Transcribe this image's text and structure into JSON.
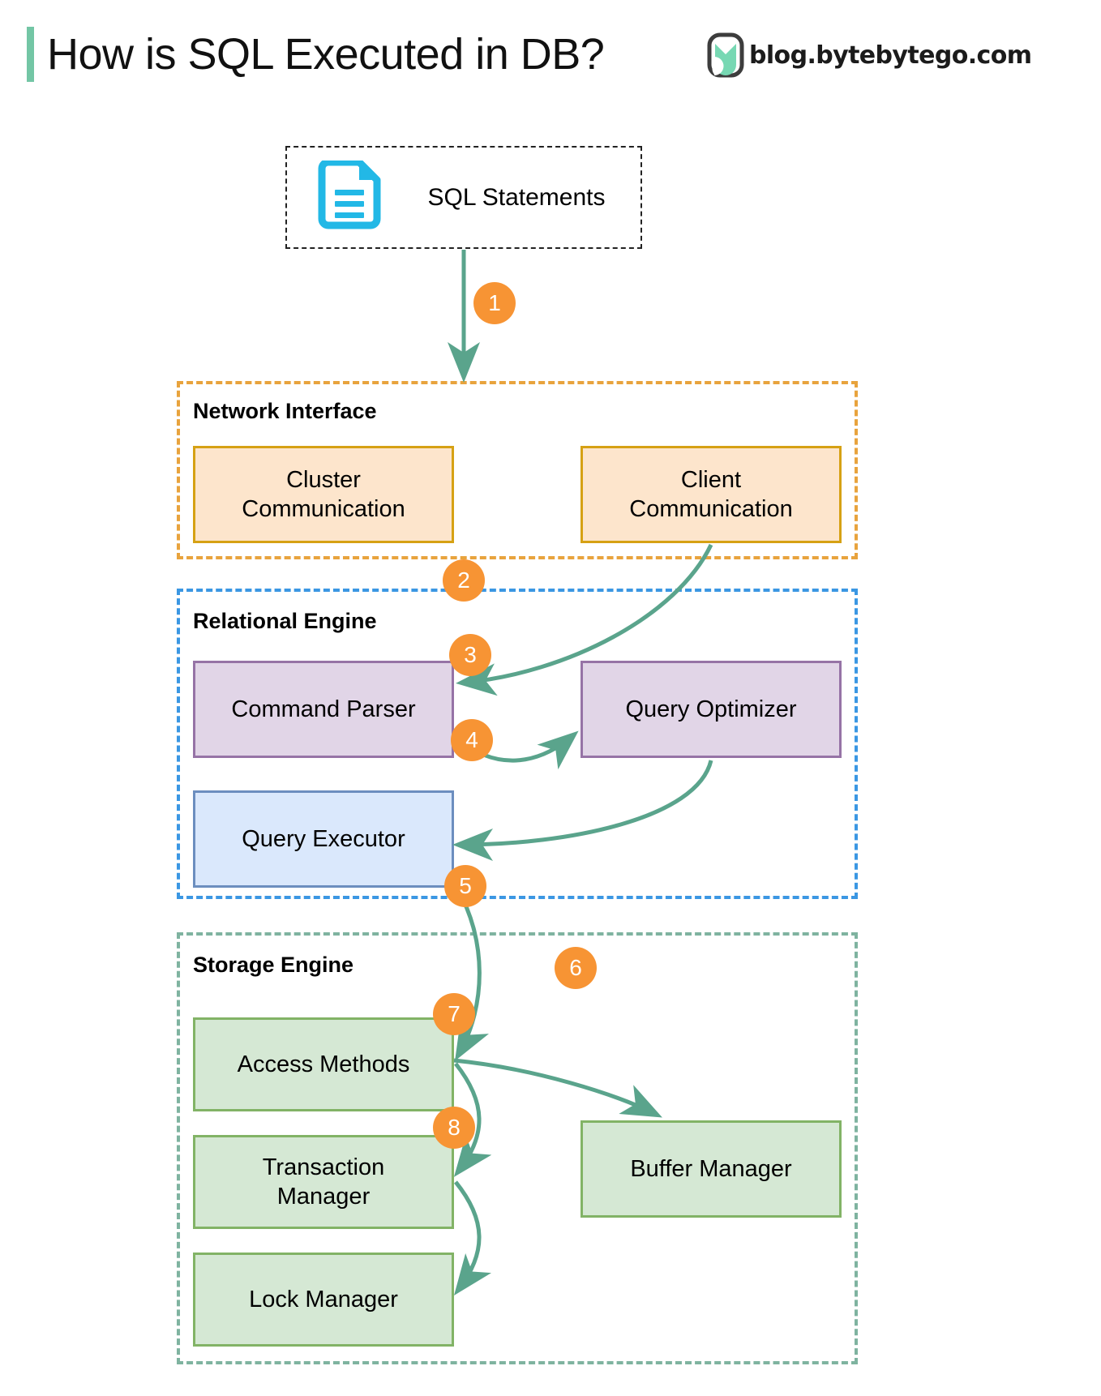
{
  "header": {
    "title": "How is SQL Executed in DB?",
    "brand_text": "blog.bytebytego.com",
    "accent_color": "#73c6a5"
  },
  "source": {
    "label": "SQL Statements",
    "icon": "document-icon",
    "icon_color": "#22b8e6",
    "border_style": "dashed",
    "border_color": "#222222"
  },
  "groups": [
    {
      "id": "network-interface",
      "label": "Network Interface",
      "border_color": "#E8A33D",
      "nodes": [
        {
          "id": "cluster-communication",
          "label": "Cluster\nCommunication",
          "fill": "#FDE5CC",
          "stroke": "#D6A114"
        },
        {
          "id": "client-communication",
          "label": "Client\nCommunication",
          "fill": "#FDE5CC",
          "stroke": "#D6A114"
        }
      ]
    },
    {
      "id": "relational-engine",
      "label": "Relational Engine",
      "border_color": "#3B97E3",
      "nodes": [
        {
          "id": "command-parser",
          "label": "Command Parser",
          "fill": "#E1D5E7",
          "stroke": "#9673A6"
        },
        {
          "id": "query-optimizer",
          "label": "Query Optimizer",
          "fill": "#E1D5E7",
          "stroke": "#9673A6"
        },
        {
          "id": "query-executor",
          "label": "Query Executor",
          "fill": "#DAE8FC",
          "stroke": "#6C8EBF"
        }
      ]
    },
    {
      "id": "storage-engine",
      "label": "Storage Engine",
      "border_color": "#7FB3A0",
      "nodes": [
        {
          "id": "access-methods",
          "label": "Access Methods",
          "fill": "#D5E8D4",
          "stroke": "#82B366"
        },
        {
          "id": "transaction-manager",
          "label": "Transaction\nManager",
          "fill": "#D5E8D4",
          "stroke": "#82B366"
        },
        {
          "id": "lock-manager",
          "label": "Lock Manager",
          "fill": "#D5E8D4",
          "stroke": "#82B366"
        },
        {
          "id": "buffer-manager",
          "label": "Buffer Manager",
          "fill": "#D5E8D4",
          "stroke": "#82B366"
        }
      ]
    }
  ],
  "node_labels": {
    "cluster_communication_l1": "Cluster",
    "cluster_communication_l2": "Communication",
    "client_communication_l1": "Client",
    "client_communication_l2": "Communication",
    "command_parser": "Command Parser",
    "query_optimizer": "Query Optimizer",
    "query_executor": "Query Executor",
    "access_methods": "Access Methods",
    "transaction_manager_l1": "Transaction",
    "transaction_manager_l2": "Manager",
    "lock_manager": "Lock Manager",
    "buffer_manager": "Buffer Manager"
  },
  "group_labels": {
    "network_interface": "Network Interface",
    "relational_engine": "Relational Engine",
    "storage_engine": "Storage Engine"
  },
  "steps": [
    {
      "n": "1",
      "from": "sql-statements",
      "to": "network-interface"
    },
    {
      "n": "2",
      "from": "client-communication",
      "to": "command-parser"
    },
    {
      "n": "3",
      "from": "command-parser",
      "to": "query-optimizer"
    },
    {
      "n": "4",
      "from": "query-optimizer",
      "to": "query-executor"
    },
    {
      "n": "5",
      "from": "query-executor",
      "to": "access-methods"
    },
    {
      "n": "6",
      "from": "access-methods",
      "to": "buffer-manager"
    },
    {
      "n": "7",
      "from": "access-methods",
      "to": "transaction-manager"
    },
    {
      "n": "8",
      "from": "transaction-manager",
      "to": "lock-manager"
    }
  ],
  "badge_labels": {
    "s1": "1",
    "s2": "2",
    "s3": "3",
    "s4": "4",
    "s5": "5",
    "s6": "6",
    "s7": "7",
    "s8": "8"
  },
  "colors": {
    "arrow": "#5AA48C",
    "badge": "#F79434",
    "badge_text": "#ffffff"
  }
}
